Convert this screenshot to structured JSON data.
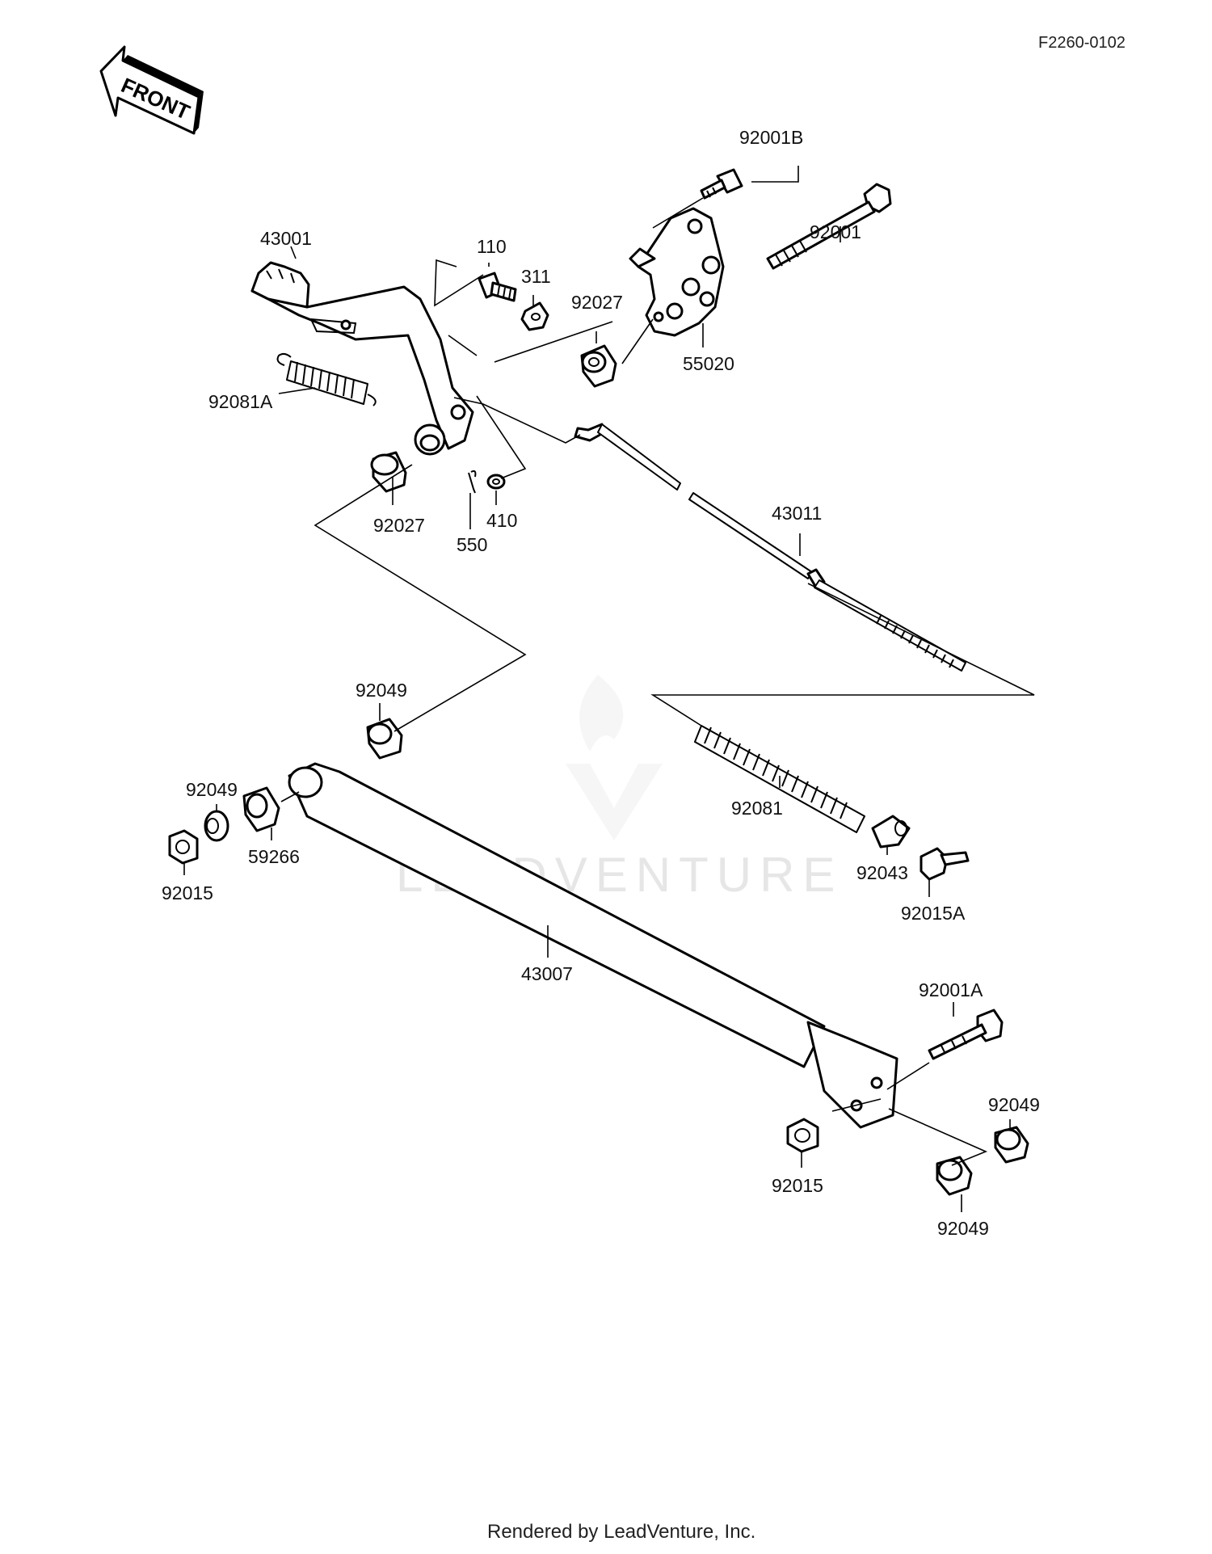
{
  "diagram_code": "F2260-0102",
  "front_arrow_text": "FRONT",
  "watermark": "LEADVENTURE",
  "footer": "Rendered by LeadVenture, Inc.",
  "labels": {
    "p92001B": "92001B",
    "p92001": "92001",
    "p43001": "43001",
    "p110": "110",
    "p311": "311",
    "p92027_top": "92027",
    "p55020": "55020",
    "p92081A": "92081A",
    "p92027_bottom": "92027",
    "p550": "550",
    "p410": "410",
    "p43011": "43011",
    "p92049_a": "92049",
    "p92049_b": "92049",
    "p59266": "59266",
    "p92015_a": "92015",
    "p92081": "92081",
    "p92043": "92043",
    "p92015A": "92015A",
    "p43007": "43007",
    "p92001A": "92001A",
    "p92049_c": "92049",
    "p92015_b": "92015",
    "p92049_d": "92049"
  }
}
